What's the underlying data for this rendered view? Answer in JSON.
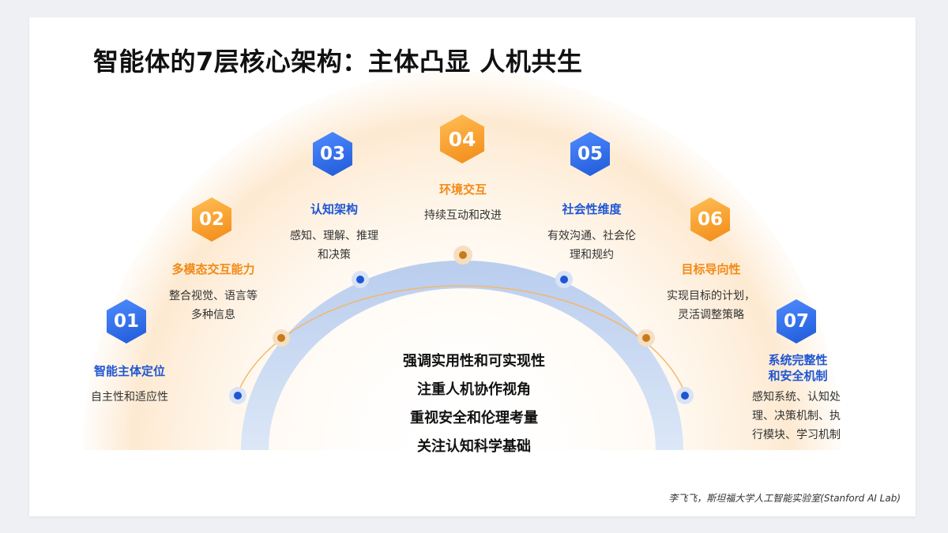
{
  "title": "智能体的7层核心架构：主体凸显 人机共生",
  "layers": [
    {
      "number": "01",
      "label": "智能主体定位",
      "desc": [
        "自主性和适应性"
      ],
      "color": "blue"
    },
    {
      "number": "02",
      "label": "多模态交互能力",
      "desc": [
        "整合视觉、语言等",
        "多种信息"
      ],
      "color": "orange"
    },
    {
      "number": "03",
      "label": "认知架构",
      "desc": [
        "感知、理解、推理",
        "和决策"
      ],
      "color": "blue"
    },
    {
      "number": "04",
      "label": "环境交互",
      "desc": [
        "持续互动和改进"
      ],
      "color": "orange"
    },
    {
      "number": "05",
      "label": "社会性维度",
      "desc": [
        "有效沟通、社会伦",
        "理和规约"
      ],
      "color": "blue"
    },
    {
      "number": "06",
      "label": "目标导向性",
      "desc": [
        "实现目标的计划，",
        "灵活调整策略"
      ],
      "color": "orange"
    },
    {
      "number": "07",
      "label": "系统完整性和安全机制",
      "label_lines": [
        "系统完整性",
        "和安全机制"
      ],
      "desc": [
        "感知系统、认知处",
        "理、决策机制、执",
        "行模块、学习机制"
      ],
      "color": "blue"
    }
  ],
  "center_points": [
    "强调实用性和可实现性",
    "注重人机协作视角",
    "重视安全和伦理考量",
    "关注认知科学基础"
  ],
  "credit": "李飞飞，斯坦福大学人工智能实验室(Stanford AI Lab)",
  "colors": {
    "blue": "#1f56d3",
    "orange": "#f28a16",
    "arc_band": "#c9d8f2",
    "arc_glow": "#fdebd3"
  }
}
